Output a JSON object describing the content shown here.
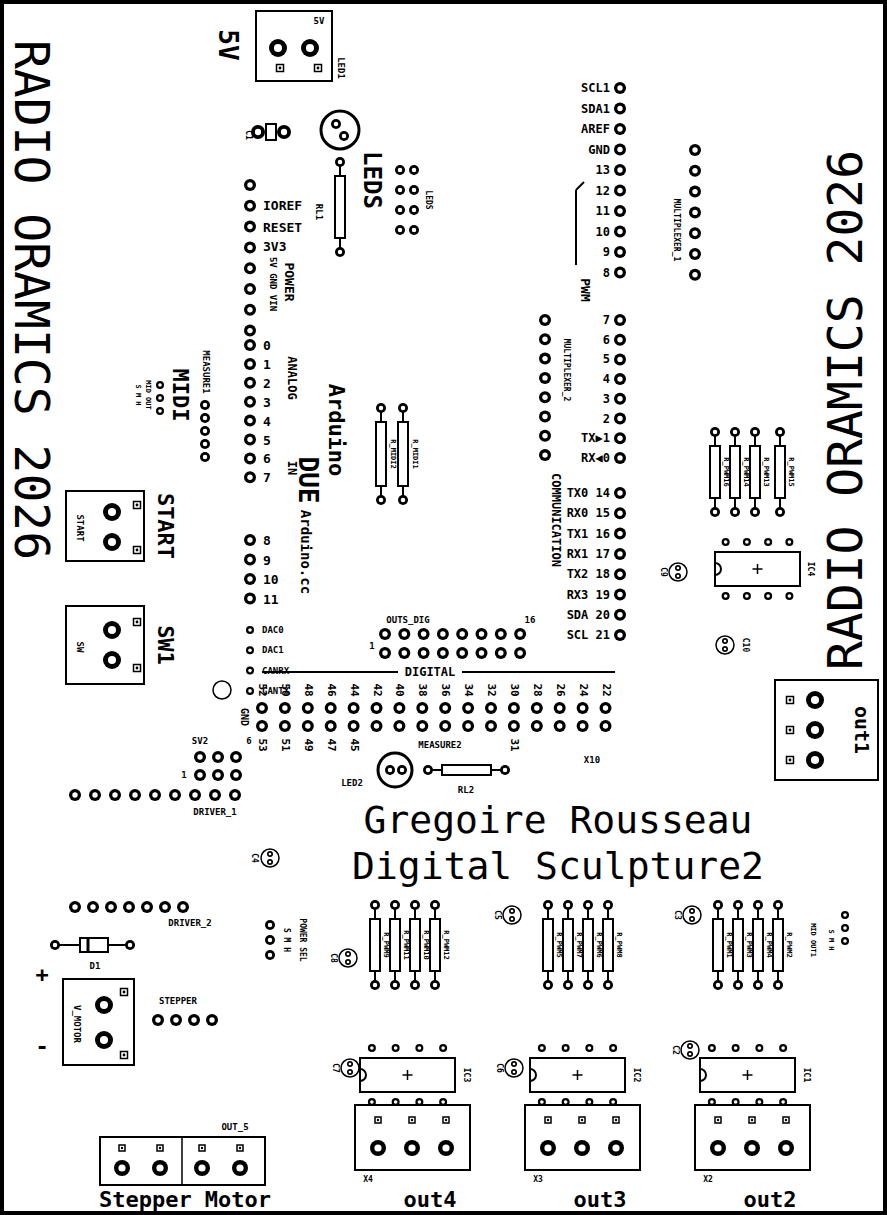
{
  "diagram": {
    "nodes": [
      {
        "text": [
          "5V"
        ]
      },
      {
        "text": [
          "START"
        ]
      },
      {
        "text": [
          "SW"
        ]
      },
      {
        "text": [
          "V_MOTOR"
        ]
      }
    ],
    "labels": [
      "RADIO ORAMICS 2026",
      "RADIO ORAMICS 2026",
      "5V",
      "LED1",
      "C1",
      "LEDS",
      "LEDS",
      "RL1",
      "IOREF",
      "RESET",
      "3V3",
      "5V GND VIN",
      "POWER",
      "0",
      "1",
      "2",
      "3",
      "4",
      "5",
      "6",
      "7",
      "ANALOG",
      "IN",
      "8",
      "9",
      "10",
      "11",
      "DAC0",
      "DAC1",
      "CANRX",
      "CANTX",
      "MEASURE1",
      "MIDI",
      "MID OUT",
      "S M H",
      "Arduino",
      "DUE",
      "Arduino.cc",
      "R_MIDI2",
      "R_MIDI1",
      "SCL1",
      "SDA1",
      "AREF",
      "GND",
      "13",
      "12",
      "11",
      "10",
      "9",
      "8",
      "PWM",
      "7",
      "6",
      "5",
      "4",
      "3",
      "2",
      "TX▶1",
      "RX◀0",
      "COMMUNICATION",
      "TX0 14",
      "RX0 15",
      "TX1 16",
      "RX1 17",
      "TX2 18",
      "RX3 19",
      "SDA 20",
      "SCL 21",
      "MULTIPLEXER_2",
      "MULTIPLEXER_1",
      "OUTS_DIG",
      "16",
      "1",
      "DIGITAL",
      "52",
      "50",
      "48",
      "46",
      "44",
      "42",
      "40",
      "38",
      "36",
      "34",
      "32",
      "30",
      "28",
      "26",
      "24",
      "22",
      "GND",
      "53",
      "51",
      "49",
      "47",
      "45",
      "31",
      "MEASURE2",
      "X10",
      "LED2",
      "RL2",
      "SV2",
      "6",
      "1",
      "DRIVER_1",
      "Gregoire Rousseau",
      "Digital Sculpture2",
      "C4",
      "DRIVER_2",
      "D1",
      "+",
      "-",
      "STEPPER",
      "POWER SEL",
      "S M H",
      "C8",
      "R_PWM9",
      "R_PWM11",
      "R_PWM10",
      "R_PWM12",
      "C5",
      "R_PWM5",
      "R_PWM7",
      "R_PWM6",
      "R_PWM8",
      "C3",
      "R_PWM1",
      "R_PWM3",
      "R_PWM4",
      "R_PWM2",
      "MID OUT1",
      "S M H",
      "C7",
      "IC3",
      "C6",
      "IC2",
      "C2",
      "IC1",
      "C9",
      "IC4",
      "C10",
      "R_PWM16",
      "R_PWM14",
      "R_PWM13",
      "R_PWM15",
      "out1",
      "OUT_5",
      "Stepper Motor",
      "X4",
      "out4",
      "X3",
      "out3",
      "X2",
      "out2",
      "START",
      "SW1"
    ]
  }
}
